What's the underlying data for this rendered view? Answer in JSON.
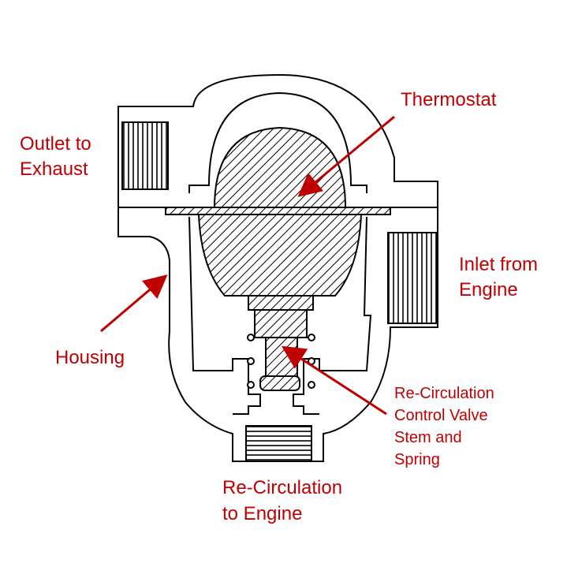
{
  "labels": {
    "thermostat": "Thermostat",
    "outlet": [
      "Outlet to",
      "Exhaust"
    ],
    "inlet": [
      "Inlet from",
      "Engine"
    ],
    "housing": "Housing",
    "valve": [
      "Re-Circulation",
      "Control Valve",
      "Stem and",
      "Spring"
    ],
    "recirc": [
      "Re-Circulation",
      "to Engine"
    ]
  },
  "colors": {
    "label": "#c00000",
    "line": "#000000"
  }
}
